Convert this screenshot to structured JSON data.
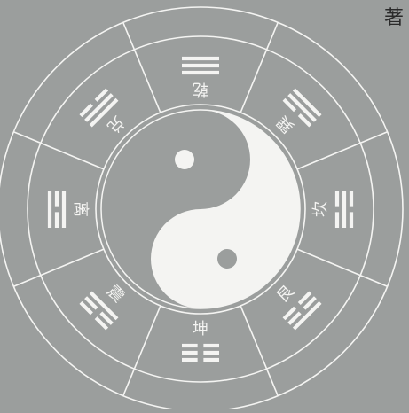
{
  "corner_text": "著",
  "colors": {
    "background": "#9b9e9d",
    "line": "#f4f4f2",
    "yang": "#f4f4f2",
    "yin": "#9b9e9d",
    "corner_text": "#2a2a2a"
  },
  "trigrams": [
    {
      "name": "乾",
      "lines": [
        1,
        1,
        1
      ]
    },
    {
      "name": "巽",
      "lines": [
        1,
        1,
        0
      ]
    },
    {
      "name": "坎",
      "lines": [
        0,
        1,
        0
      ]
    },
    {
      "name": "艮",
      "lines": [
        1,
        0,
        0
      ]
    },
    {
      "name": "坤",
      "lines": [
        0,
        0,
        0
      ]
    },
    {
      "name": "震",
      "lines": [
        0,
        0,
        1
      ]
    },
    {
      "name": "离",
      "lines": [
        1,
        0,
        1
      ]
    },
    {
      "name": "兑",
      "lines": [
        0,
        1,
        1
      ]
    }
  ]
}
